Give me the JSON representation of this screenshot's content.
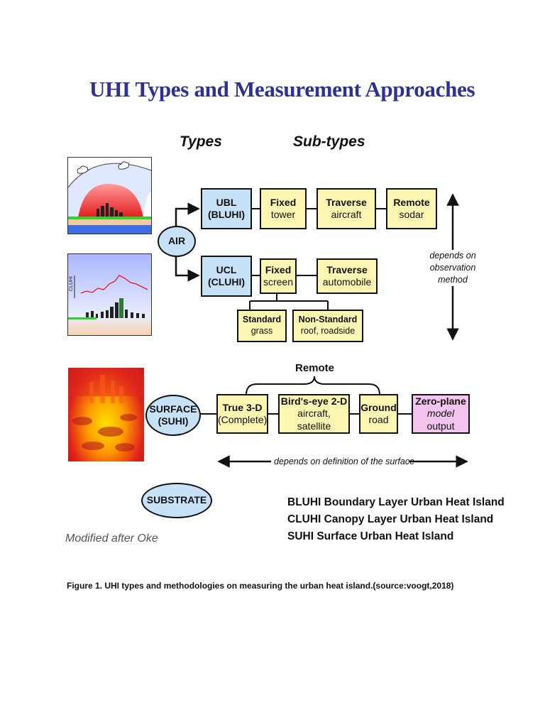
{
  "title": "UHI Types and Measurement Approaches",
  "headers": {
    "types": "Types",
    "subtypes": "Sub-types"
  },
  "types": {
    "air": "AIR",
    "surface": [
      "SURFACE",
      "(SUHI)"
    ],
    "substrate": "SUBSTRATE"
  },
  "ubl_row": {
    "ubl": [
      "UBL",
      "(BLUHI)"
    ],
    "items": [
      {
        "bold": "Fixed",
        "sub": "tower"
      },
      {
        "bold": "Traverse",
        "sub": "aircraft"
      },
      {
        "bold": "Remote",
        "sub": "sodar"
      }
    ]
  },
  "ucl_row": {
    "ucl": [
      "UCL",
      "(CLUHI)"
    ],
    "items": [
      {
        "bold": "Fixed",
        "sub": "screen"
      },
      {
        "bold": "Traverse",
        "sub": "automobile"
      }
    ],
    "screen_types": [
      {
        "bold": "Standard",
        "sub": "grass"
      },
      {
        "bold": "Non-Standard",
        "sub": "roof, roadside"
      }
    ]
  },
  "observation_note": [
    "depends on",
    "observation",
    "method"
  ],
  "remote_label": "Remote",
  "surface_row": [
    {
      "bold": "True 3-D",
      "sub": "(Complete)"
    },
    {
      "bold": "Bird's-eye 2-D",
      "sub": "aircraft, satellite"
    },
    {
      "bold": "Ground",
      "sub": "road"
    },
    {
      "bold": "Zero-plane",
      "sub_italic": "model",
      "sub": " output"
    }
  ],
  "surface_note": "depends on definition of the surface",
  "legend": [
    "BLUHI Boundary Layer Urban Heat Island",
    "CLUHI Canopy Layer Urban Heat Island",
    "SUHI Surface Urban Heat Island"
  ],
  "credit": "Modified after Oke",
  "thumb_labels": {
    "cluhi_axis": "CLUHI"
  },
  "caption": "Figure 1. UHI types and methodologies on measuring the urban heat island.(source:voogt,2018)",
  "colors": {
    "title": "#2e3192",
    "box_yellow": "#fdf6b3",
    "box_blue": "#c7e2f7",
    "box_pink": "#f2c4ee"
  }
}
